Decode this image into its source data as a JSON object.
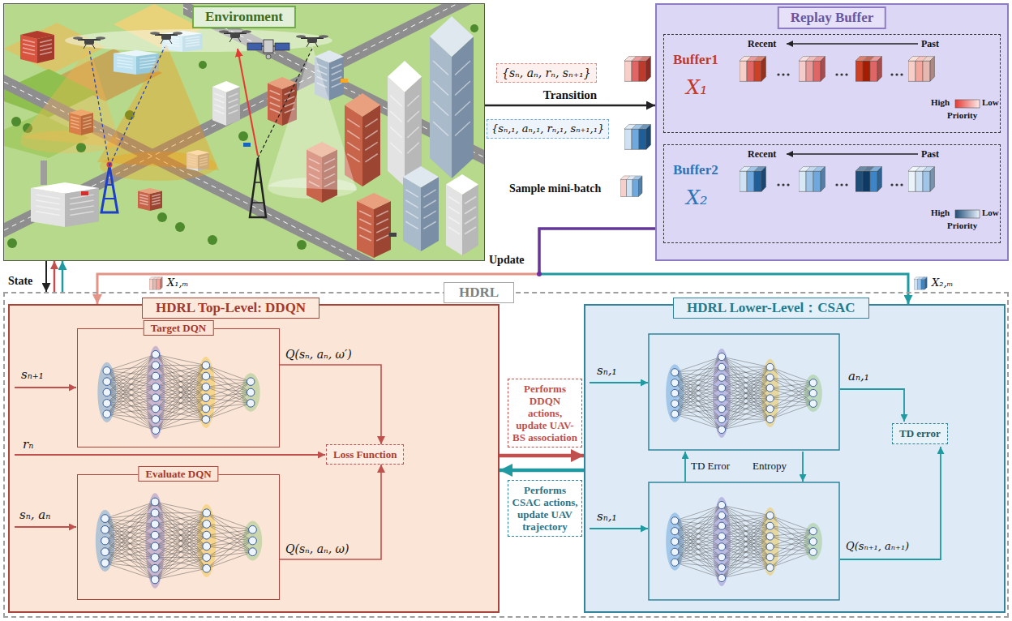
{
  "diagram": {
    "nodes": [
      {
        "text": [
          "Environment"
        ]
      },
      {
        "text": [
          "Replay Buffer"
        ]
      },
      {
        "text": [
          "Buffer1",
          "X₁",
          "Recent",
          "Past",
          "High",
          "Low",
          "Priority"
        ],
        "in": 1
      },
      {
        "text": [
          "Buffer2",
          "X₂",
          "Recent",
          "Past",
          "High",
          "Low",
          "Priority"
        ],
        "in": 1
      },
      {
        "text": [
          "{sₙ, aₙ, rₙ, sₙ₊₁}"
        ]
      },
      {
        "text": [
          "{sₙ,₁, aₙ,₁, rₙ,₁, sₙ₊₁,₁}"
        ]
      },
      {
        "text": [
          "HDRL"
        ]
      },
      {
        "text": [
          "HDRL Top-Level: DDQN"
        ],
        "in": 6
      },
      {
        "text": [
          "Target DQN"
        ],
        "in": 7
      },
      {
        "text": [
          "Evaluate DQN"
        ],
        "in": 7
      },
      {
        "text": [
          "Loss Function"
        ],
        "in": 7
      },
      {
        "text": [
          "Performs DDQN actions, update UAV-BS association"
        ],
        "in": 6
      },
      {
        "text": [
          "Performs CSAC actions, update UAV trajectory"
        ],
        "in": 6
      },
      {
        "text": [
          "HDRL Lower-Level：CSAC"
        ],
        "in": 6
      },
      {
        "text": [
          "TD error"
        ],
        "in": 13
      }
    ],
    "edges": [
      {
        "from": 0,
        "to": 1,
        "label": "Transition",
        "arrow": "to"
      },
      {
        "from": 0,
        "to": 6,
        "label": "State",
        "arrow": "to"
      },
      {
        "from": 6,
        "to": 0,
        "arrow": "to"
      },
      {
        "from": 6,
        "to": 0,
        "arrow": "to"
      },
      {
        "from": 1,
        "to": 7,
        "arrow": "to"
      },
      {
        "from": 1,
        "to": 13,
        "arrow": "to"
      },
      {
        "from": 8,
        "to": 10,
        "label": "Q(sₙ, aₙ, ω′)",
        "arrow": "to"
      },
      {
        "from": 9,
        "to": 10,
        "label": "Q(sₙ, aₙ, ω)",
        "arrow": "to"
      },
      {
        "from": 7,
        "to": 13,
        "arrow": "to"
      },
      {
        "from": 13,
        "to": 7,
        "arrow": "to"
      }
    ],
    "labels": [
      "Update",
      "Sample mini-batch",
      "X₁,ₘ",
      "X₂,ₘ",
      "sₙ₊₁",
      "rₙ",
      "sₙ, aₙ",
      "sₙ,₁",
      "aₙ,₁",
      "TD Error",
      "Entropy",
      "sₙ,₁",
      "Q(sₙ₊₁, aₙ₊₁)"
    ]
  }
}
